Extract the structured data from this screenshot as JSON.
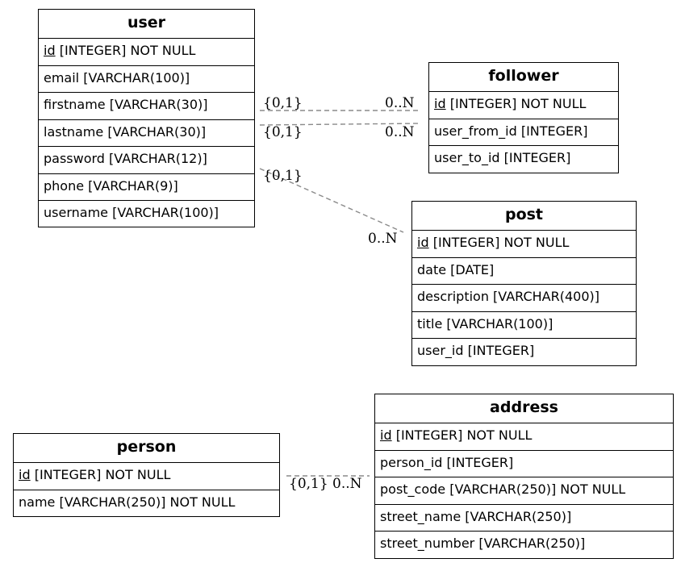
{
  "entities": {
    "user": {
      "name": "user",
      "columns": [
        {
          "key": "id",
          "rest": " [INTEGER] NOT NULL"
        },
        {
          "key": "",
          "rest": "email [VARCHAR(100)]"
        },
        {
          "key": "",
          "rest": "firstname [VARCHAR(30)]"
        },
        {
          "key": "",
          "rest": "lastname [VARCHAR(30)]"
        },
        {
          "key": "",
          "rest": "password [VARCHAR(12)]"
        },
        {
          "key": "",
          "rest": "phone [VARCHAR(9)]"
        },
        {
          "key": "",
          "rest": "username [VARCHAR(100)]"
        }
      ]
    },
    "follower": {
      "name": "follower",
      "columns": [
        {
          "key": "id",
          "rest": " [INTEGER] NOT NULL"
        },
        {
          "key": "",
          "rest": "user_from_id [INTEGER]"
        },
        {
          "key": "",
          "rest": "user_to_id [INTEGER]"
        }
      ]
    },
    "post": {
      "name": "post",
      "columns": [
        {
          "key": "id",
          "rest": " [INTEGER] NOT NULL"
        },
        {
          "key": "",
          "rest": "date [DATE]"
        },
        {
          "key": "",
          "rest": "description [VARCHAR(400)]"
        },
        {
          "key": "",
          "rest": "title [VARCHAR(100)]"
        },
        {
          "key": "",
          "rest": "user_id [INTEGER]"
        }
      ]
    },
    "person": {
      "name": "person",
      "columns": [
        {
          "key": "id",
          "rest": " [INTEGER] NOT NULL"
        },
        {
          "key": "",
          "rest": "name [VARCHAR(250)] NOT NULL"
        }
      ]
    },
    "address": {
      "name": "address",
      "columns": [
        {
          "key": "id",
          "rest": " [INTEGER] NOT NULL"
        },
        {
          "key": "",
          "rest": "person_id [INTEGER]"
        },
        {
          "key": "",
          "rest": "post_code [VARCHAR(250)] NOT NULL"
        },
        {
          "key": "",
          "rest": "street_name [VARCHAR(250)]"
        },
        {
          "key": "",
          "rest": "street_number [VARCHAR(250)]"
        }
      ]
    }
  },
  "relationships": [
    {
      "from": "user",
      "to": "follower",
      "from_label": "{0,1}",
      "to_label": "0..N"
    },
    {
      "from": "user",
      "to": "follower",
      "from_label": "{0,1}",
      "to_label": "0..N"
    },
    {
      "from": "user",
      "to": "post",
      "from_label": "{0,1}",
      "to_label": "0..N"
    },
    {
      "from": "person",
      "to": "address",
      "from_label": "{0,1}",
      "to_label": "0..N"
    }
  ],
  "colors": {
    "border": "#000000",
    "edge": "#8a8a8a",
    "background": "#ffffff"
  }
}
